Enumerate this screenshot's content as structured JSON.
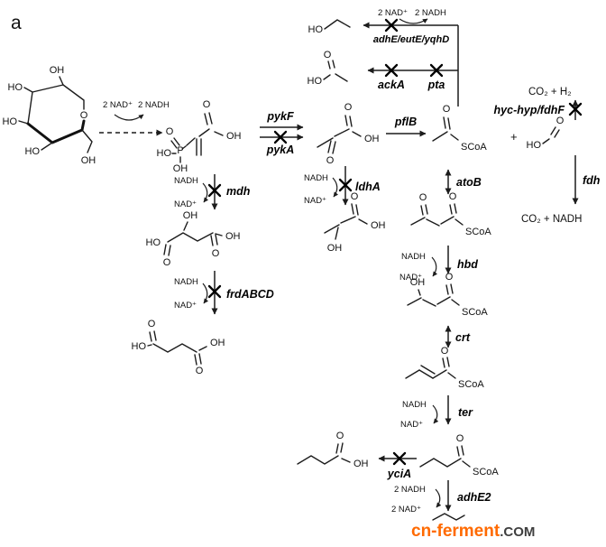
{
  "panel": {
    "label": "a"
  },
  "labels": {
    "o": "O",
    "oh": "OH",
    "ho": "HO",
    "p": "P",
    "scoa": "SCoA",
    "plus": "+",
    "nadh": "NADH",
    "nad_plus": "NAD⁺",
    "two_nad_plus": "2 NAD⁺",
    "two_nadh": "2 NADH",
    "co2_h2": "CO₂ + H₂",
    "co2_nadh": "CO₂ + NADH"
  },
  "enzymes": {
    "pykF": "pykF",
    "pykA": "pykA",
    "pflB": "pflB",
    "ldhA": "ldhA",
    "mdh": "mdh",
    "frdABCD": "frdABCD",
    "adhE_eutE_yqhD": "adhE/eutE/yqhD",
    "ackA": "ackA",
    "pta": "pta",
    "hyc_hyp_fdhF": "hyc-hyp/fdhF",
    "fdh": "fdh",
    "atoB": "atoB",
    "hbd": "hbd",
    "crt": "crt",
    "ter": "ter",
    "yciA": "yciA",
    "adhE2": "adhE2"
  },
  "watermark": {
    "brand": "cn-ferment",
    "suffix": ".COM"
  }
}
